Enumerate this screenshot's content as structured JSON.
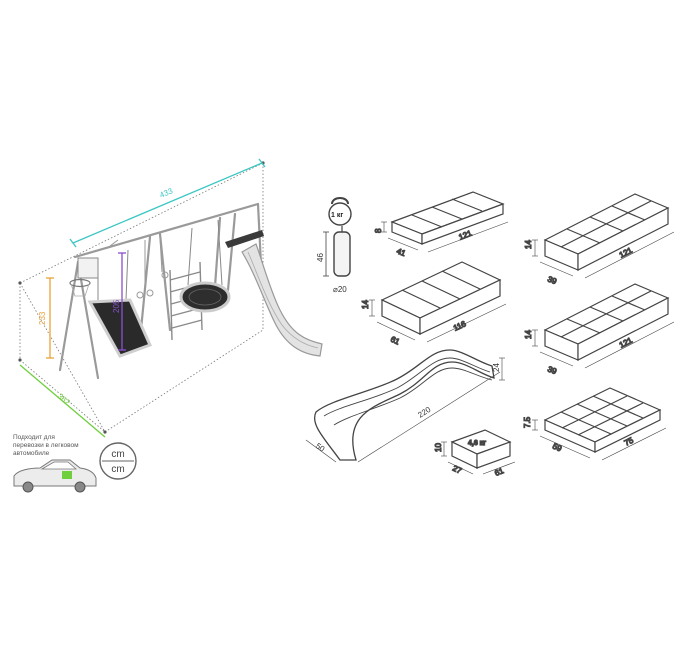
{
  "playset": {
    "width": "433",
    "depth": "362",
    "height": "233",
    "swing_height": "205"
  },
  "accessories": {
    "kettlebell_weight": "1 кг",
    "bag_height": "46",
    "bag_diameter": "⌀20"
  },
  "boxes": [
    {
      "height": "8",
      "depth": "41",
      "length": "121"
    },
    {
      "height": "14",
      "depth": "39",
      "length": "121"
    },
    {
      "height": "14",
      "depth": "61",
      "length": "116"
    },
    {
      "height": "14",
      "depth": "39",
      "length": "121"
    },
    {
      "height": "7.5",
      "depth": "59",
      "length": "75"
    },
    {
      "height": "10",
      "depth": "27",
      "length": "61",
      "weight": "4,6 кг"
    }
  ],
  "slide": {
    "width": "50",
    "length": "220",
    "height": "24"
  },
  "car_note": {
    "lines": [
      "Подходит для",
      "перевозки в легковом",
      "автомобиле"
    ]
  },
  "units": {
    "top": "cm",
    "bottom": "cm"
  },
  "colors": {
    "width_line": "#3cc7c4",
    "depth_line": "#6fcf3c",
    "height_line": "#e9a23b",
    "swing_line": "#8a4fd0"
  },
  "icons": [
    "kettlebell-icon",
    "punching-bag-icon",
    "car-icon",
    "units-icon"
  ]
}
